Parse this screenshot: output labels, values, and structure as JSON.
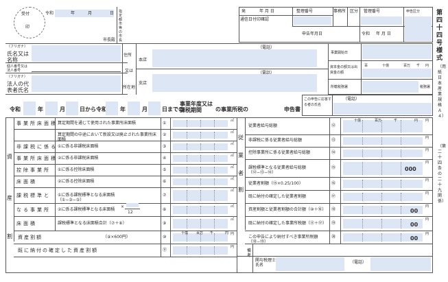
{
  "stamp": {
    "top": "受付",
    "bottom": "印"
  },
  "date_header": {
    "era": "令和",
    "year": "年",
    "month": "月",
    "day": "日"
  },
  "mayor": "市長殿",
  "filer_labels": {
    "furigana": "（フリガナ）",
    "name": "氏名又は名称",
    "personal_number": "個人番号又は法人番号",
    "rep_furigana": "（フリガナ）",
    "rep_name": "法人の代表者氏名"
  },
  "address_labels": {
    "address": "住所",
    "mata": "又は",
    "location": "所在地",
    "head_office": "本店",
    "branch": "支店",
    "postal": "〒",
    "phone": "（電話）"
  },
  "right_header": {
    "shuko": "発",
    "incoming_date": "通信日付印確認",
    "ymd": "年 月 日",
    "ledger": "整理番号",
    "office": "事務所",
    "section": "区分",
    "admin": "管理番号",
    "report_section": "申告区分",
    "report_ym": "申告年月日",
    "era": "令和",
    "year": "年",
    "month": "月",
    "day": "日",
    "ym": "年 月 日"
  },
  "business_info": {
    "start_date": "事業開始日",
    "capital": "資本金の額又は出資金の額",
    "units": [
      "百",
      "十億",
      "百万",
      "千",
      "円"
    ],
    "office_count": "所轄税務署",
    "tax_office": "税務署"
  },
  "period": {
    "era1": "令和",
    "year": "年",
    "month": "月",
    "day_from": "日から令和",
    "day_to": "日までの",
    "label1": "事業年度又は課税期間",
    "label2": "の事業所税の",
    "report": "申告書",
    "contact": "この申告に応答する者の氏名",
    "phone": "（電話）"
  },
  "side_labels": {
    "left1": "資",
    "left2": "産",
    "left3": "割",
    "mid1": "従",
    "mid2": "業",
    "mid3": "者",
    "mid4": "割"
  },
  "left_rows": [
    {
      "label": "事業所床面積",
      "desc": "算定期間を通じて使用された事業所床面積",
      "num": "①",
      "unit": "㎡"
    },
    {
      "label": "",
      "desc": "算定期間の中途において新設又は廃止された事業所床面積",
      "num": "②",
      "unit": "㎡"
    },
    {
      "label": "非課税に係る",
      "desc": "①に係る非課税床面積",
      "num": "③",
      "unit": "㎡"
    },
    {
      "label": "事業所床面積",
      "desc": "②に係る非課税床面積",
      "num": "④",
      "unit": "㎡"
    },
    {
      "label": "控除事業所",
      "desc": "①に係る控除床面積",
      "num": "⑤",
      "unit": "㎡"
    },
    {
      "label": "床面積",
      "desc": "②に係る控除床面積",
      "num": "⑥",
      "unit": "㎡"
    },
    {
      "label": "課税標準と",
      "desc": "①に係る課税標準となる床面積（①−③−⑤）",
      "num": "⑦",
      "unit": "㎡"
    },
    {
      "label": "なる事業所",
      "desc": "②に係る課税標準となる床面積",
      "num": "⑧",
      "unit": "㎡"
    },
    {
      "label": "床面積",
      "desc": "課税標準となる床面積合計（⑦＋⑧）",
      "num": "⑨",
      "unit": "㎡"
    },
    {
      "label": "資産割額",
      "desc": "（⑨×600円）",
      "num": "⑩",
      "unit": "円"
    },
    {
      "label": "既に納付の確定した資産割額",
      "desc": "",
      "num": "⑪",
      "unit": "円"
    }
  ],
  "formula_12": {
    "times": "×",
    "denominator": "12"
  },
  "right_rows": [
    {
      "desc": "従業者給与総額",
      "num": "⑫",
      "unit": "円",
      "suffix": ""
    },
    {
      "desc": "非課税に係る従業者給与総額",
      "num": "⑬",
      "unit": "円",
      "suffix": ""
    },
    {
      "desc": "控除事業所に係る従業者給与総額",
      "num": "⑭",
      "unit": "円",
      "suffix": ""
    },
    {
      "desc": "課税標準となる従業者給与総額（⑫−⑬−⑭）",
      "num": "⑮",
      "unit": "円",
      "suffix": "000"
    },
    {
      "desc": "従業者割額（⑮×0.25/100）",
      "num": "⑯",
      "unit": "円",
      "suffix": ""
    },
    {
      "desc": "既に納付の確定した従業者割額",
      "num": "⑰",
      "unit": "円",
      "suffix": ""
    },
    {
      "desc": "資産割額と従業者割額の合計額（⑩＋⑯）",
      "num": "⑱",
      "unit": "円",
      "suffix": "00"
    },
    {
      "desc": "既に納付の確定した事業所税額（⑪＋⑰）",
      "num": "⑲",
      "unit": "円",
      "suffix": "00"
    },
    {
      "desc": "この申告により納付すべき事業所税額（⑱−⑲）",
      "num": "⑳",
      "unit": "円",
      "suffix": "00"
    }
  ],
  "money_units": [
    "十億",
    "百万",
    "千",
    "円"
  ],
  "area_units": [
    "十億",
    "百万",
    "千",
    "円"
  ],
  "bottom": {
    "remarks": "備考",
    "tax_accountant": "関与税理士氏名",
    "phone": "（電話）"
  },
  "form_title": "第四十四号様式",
  "form_sub": "（用紙日本産業規格Ａ４）",
  "form_clause": "（第二十四条の二十九関係）"
}
